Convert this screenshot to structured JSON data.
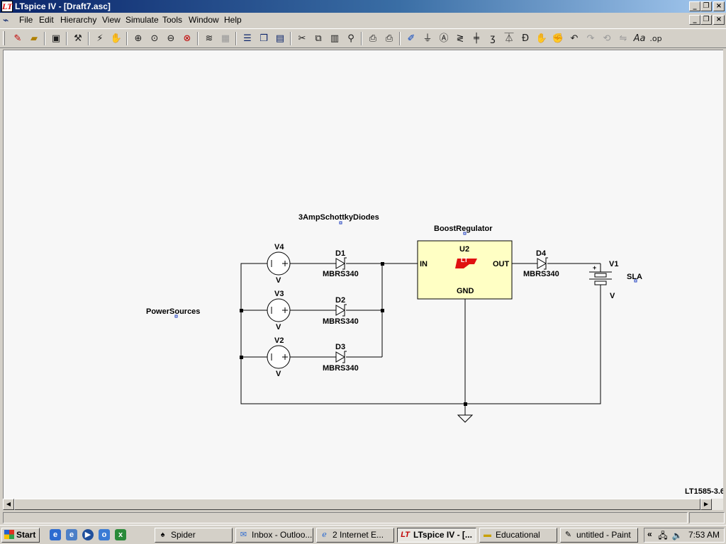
{
  "window": {
    "app_icon_glyph": "LT",
    "title": "LTspice IV - [Draft7.asc]",
    "controls": {
      "minimize": "_",
      "restore": "❐",
      "close": "×"
    }
  },
  "menubar": {
    "doc_icon": "schematic-icon",
    "items": [
      "File",
      "Edit",
      "Hierarchy",
      "View",
      "Simulate",
      "Tools",
      "Window",
      "Help"
    ]
  },
  "toolbar": {
    "icons": [
      "new-schematic-icon",
      "open-icon",
      "save-icon",
      "control-panel-icon",
      "run-icon",
      "halt-icon",
      "zoom-in-icon",
      "pan-icon",
      "zoom-out-icon",
      "zoom-fit-icon",
      "autoscale-icon",
      "autorange-icon",
      "tile-horizontal-icon",
      "cascade-icon",
      "close-window-icon",
      "cut-icon",
      "copy-icon",
      "paste-icon",
      "find-icon",
      "print-preview-icon",
      "print-icon",
      "draw-wire-icon",
      "ground-icon",
      "label-net-icon",
      "resistor-icon",
      "capacitor-icon",
      "inductor-icon",
      "diode-icon",
      "component-icon",
      "move-icon",
      "drag-icon",
      "undo-icon",
      "redo-icon",
      "rotate-icon",
      "mirror-icon",
      "text-icon",
      "spice-directive-icon"
    ]
  },
  "schematic": {
    "groups": {
      "diodes": "3AmpSchottkyDiodes",
      "sources": "PowerSources",
      "regulator": "BoostRegulator"
    },
    "sources": [
      {
        "name": "V4",
        "value": "V"
      },
      {
        "name": "V3",
        "value": "V"
      },
      {
        "name": "V2",
        "value": "V"
      }
    ],
    "diodes": [
      {
        "name": "D1",
        "part": "MBRS340"
      },
      {
        "name": "D2",
        "part": "MBRS340"
      },
      {
        "name": "D3",
        "part": "MBRS340"
      },
      {
        "name": "D4",
        "part": "MBRS340"
      }
    ],
    "regulator": {
      "name": "U2",
      "pin_in": "IN",
      "pin_out": "OUT",
      "pin_gnd": "GND",
      "logo": "LT"
    },
    "battery": {
      "name": "V1",
      "value": "V",
      "net": "SLA",
      "plus": "+"
    },
    "component_ref": "LT1585-3.6"
  },
  "taskbar": {
    "start_label": "Start",
    "quick_launch": [
      "internet-explorer-icon",
      "ie-alt-icon",
      "media-player-icon",
      "outlook-icon",
      "excel-icon"
    ],
    "tasks": [
      {
        "label": "Spider",
        "icon": "spider-icon",
        "active": false
      },
      {
        "label": "Inbox - Outloo...",
        "icon": "outlook-icon",
        "active": false
      },
      {
        "label": "2 Internet E...",
        "icon": "internet-explorer-icon",
        "active": false
      },
      {
        "label": "LTspice IV - [...",
        "icon": "ltspice-icon",
        "active": true
      },
      {
        "label": "Educational",
        "icon": "folder-icon",
        "active": false
      },
      {
        "label": "untitled - Paint",
        "icon": "paint-icon",
        "active": false
      }
    ],
    "tray": {
      "chevron": "«",
      "icons": [
        "network-icon",
        "volume-icon"
      ],
      "clock": "7:53 AM"
    }
  }
}
